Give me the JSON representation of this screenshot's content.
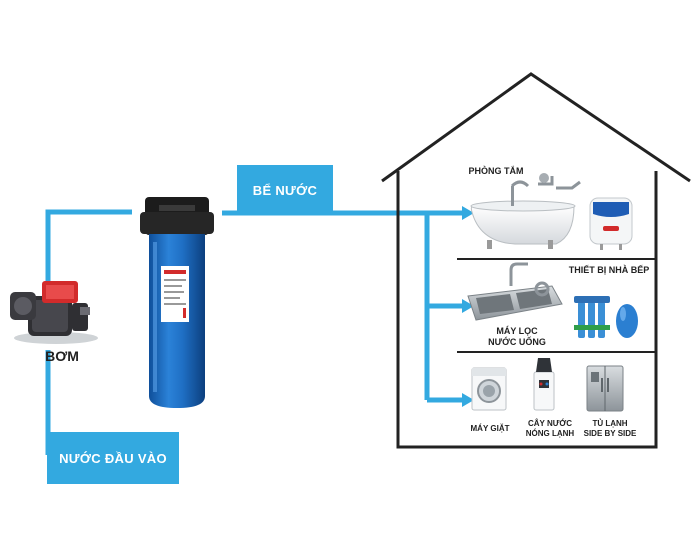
{
  "labels": {
    "tank": "BỂ NƯỚC",
    "inlet": "NƯỚC ĐẦU VÀO",
    "pump": "BƠM"
  },
  "rooms": {
    "bathroom": "PHÒNG TẮM",
    "kitchen": "THIẾT BỊ NHÀ BẾP",
    "purifier_line1": "MÁY LỌC",
    "purifier_line2": "NƯỚC UỐNG",
    "washer": "MÁY GIẶT",
    "dispenser_line1": "CÂY NƯỚC",
    "dispenser_line2": "NÓNG LẠNH",
    "fridge_line1": "TỦ LẠNH",
    "fridge_line2": "SIDE BY SIDE"
  },
  "colors": {
    "pipe": "#33a9e0",
    "house": "#222222",
    "filter_body": "#1f6fc4",
    "filter_cap": "#1c1c1c"
  }
}
